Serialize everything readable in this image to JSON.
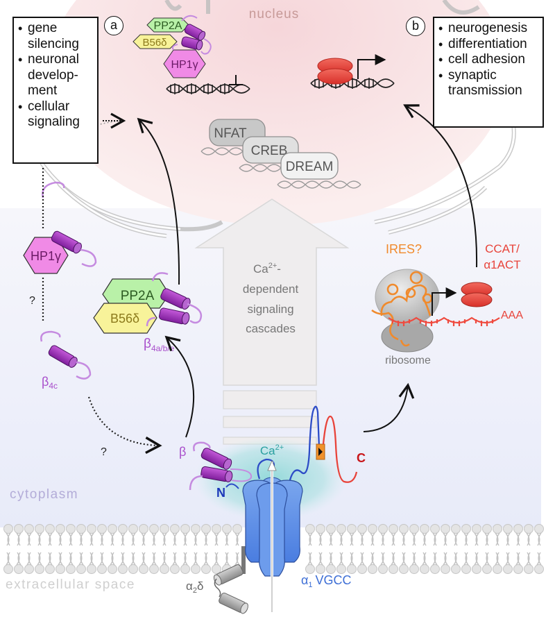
{
  "labels": {
    "nucleus": "nucleus",
    "cytoplasm": "cytoplasm",
    "extracellular": "extracellular space",
    "ribosome": "ribosome",
    "ires": "IRES?",
    "ccat_line1": "CCAT/",
    "ccat_line2": "α1ACT",
    "polya": "AAA",
    "cascade_line1": "Ca",
    "cascade_sup": "2+",
    "cascade_dash": "-",
    "cascade_line2": "dependent",
    "cascade_line3": "signaling",
    "cascade_line4": "cascades",
    "ca_ion": "Ca",
    "ca_ion_sup": "2+",
    "n_terminus": "N",
    "c_terminus": "C",
    "vgcc_alpha": "α",
    "vgcc_sub": "1",
    "vgcc_name": "VGCC",
    "a2d_alpha": "α",
    "a2d_sub": "2",
    "a2d_delta": "δ",
    "beta": "β",
    "beta4c": "β",
    "beta4c_sub": "4c",
    "beta4abe": "β",
    "beta4abe_sub": "4a/b/e",
    "question1": "?",
    "question2": "?"
  },
  "proteins": {
    "pp2a": "PP2A",
    "b56d": "B56δ",
    "hp1g": "HP1γ"
  },
  "transcription_factors": [
    "NFAT",
    "CREB",
    "DREAM"
  ],
  "panel_a": {
    "marker": "a",
    "items": [
      "gene silencing",
      "neuronal develop-ment",
      "cellular signaling"
    ]
  },
  "panel_b": {
    "marker": "b",
    "items": [
      "neurogenesis",
      "differentiation",
      "cell adhesion",
      "synaptic transmission"
    ]
  },
  "colors": {
    "nucleus": "#f7dfe0",
    "cytoplasm": "#eceffa",
    "pp2a": "#b9f1a8",
    "b56d": "#f8f39a",
    "hp1g": "#f08ae6",
    "beta": "#a238c0",
    "vgcc": "#5b8ee6",
    "ccat": "#e8433a",
    "ires": "#f08a2c",
    "ca_cloud": "#7fd3d3"
  }
}
